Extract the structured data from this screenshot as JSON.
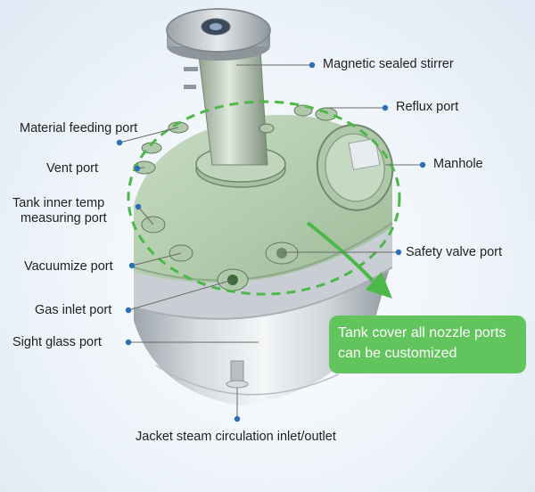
{
  "labels": {
    "magnetic_stirrer": "Magnetic sealed stirrer",
    "reflux_port": "Reflux port",
    "material_feeding_port": "Material feeding port",
    "manhole": "Manhole",
    "vent_port": "Vent port",
    "tank_inner_temp_line1": "Tank inner temp",
    "tank_inner_temp_line2": "measuring port",
    "safety_valve_port": "Safety valve port",
    "vacuumize_port": "Vacuumize port",
    "gas_inlet_port": "Gas inlet port",
    "sight_glass_port": "Sight glass port",
    "jacket_steam": "Jacket steam circulation inlet/outlet"
  },
  "callout": {
    "line1": "Tank cover all nozzle ports",
    "line2": "can be customized"
  },
  "colors": {
    "callout_bg": "#62c45d",
    "dashed_outline": "#4cb848",
    "cover_tint": "#b9d4b4",
    "leader_dot": "#2a6fb8"
  }
}
